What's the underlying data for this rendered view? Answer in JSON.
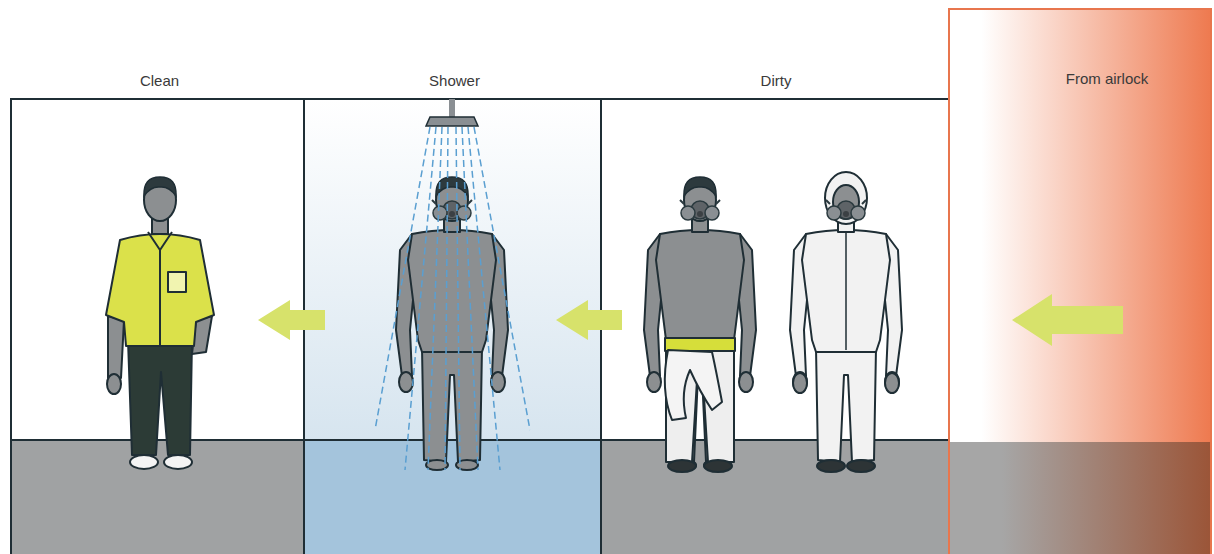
{
  "diagram": {
    "nodes": [
      {
        "text": [
          "Clean"
        ]
      },
      {
        "text": [
          "Shower"
        ]
      },
      {
        "text": [
          "Dirty"
        ]
      },
      {
        "text": [
          "From airlock"
        ]
      }
    ],
    "edges": [
      {
        "from": 1,
        "to": 0,
        "arrow": "to"
      },
      {
        "from": 2,
        "to": 1,
        "arrow": "to"
      },
      {
        "from": 3,
        "to": 2,
        "arrow": "to"
      }
    ]
  }
}
